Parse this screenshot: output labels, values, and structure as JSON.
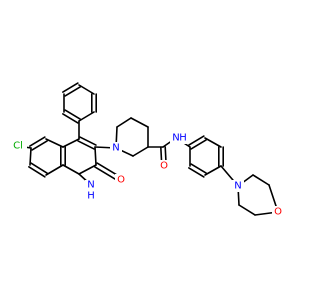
{
  "diagram": {
    "type": "chemical-structure",
    "colors": {
      "bond": "#000000",
      "carbon": "#000000",
      "nitrogen": "#0000ff",
      "oxygen": "#ff0000",
      "chlorine": "#00aa00",
      "background": "#ffffff"
    },
    "atom_labels": {
      "cl": "Cl",
      "quinolone_o": "O",
      "ring_nh": "N",
      "ring_nh_h": "H",
      "piperidine_n": "N",
      "amide_o": "O",
      "amide_n": "N",
      "amide_h": "H",
      "morpholine_n": "N",
      "morpholine_o": "O"
    }
  }
}
